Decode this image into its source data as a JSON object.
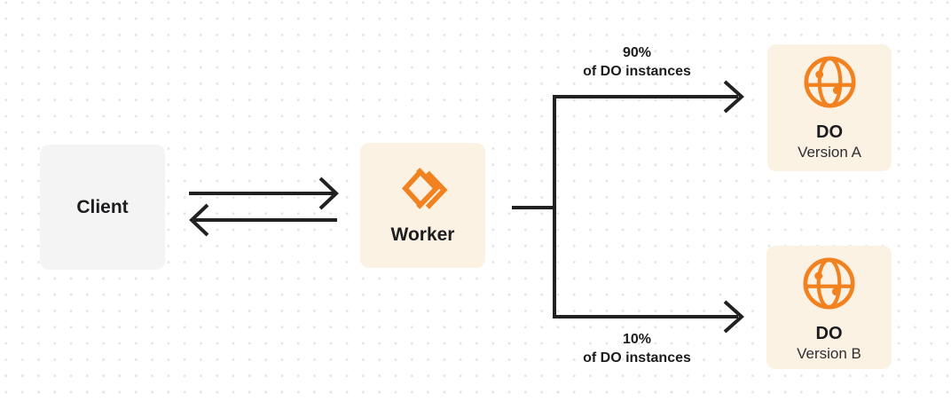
{
  "colors": {
    "orange": "#f2811f",
    "cream": "#fcf2e4",
    "gray_box": "#f4f4f5",
    "line": "#212121",
    "text": "#1c1c1f",
    "dot": "#e3e3e3",
    "bg": "#ffffff"
  },
  "nodes": {
    "client": {
      "label": "Client"
    },
    "worker": {
      "label": "Worker",
      "icon": "workers-icon"
    },
    "do_version_a": {
      "title": "DO",
      "subtitle": "Version A",
      "icon": "durable-object-globe-icon"
    },
    "do_version_b": {
      "title": "DO",
      "subtitle": "Version B",
      "icon": "durable-object-globe-icon"
    }
  },
  "edge_labels": {
    "top": {
      "line1": "90%",
      "line2": "of DO instances"
    },
    "bottom": {
      "line1": "10%",
      "line2": "of DO instances"
    }
  }
}
